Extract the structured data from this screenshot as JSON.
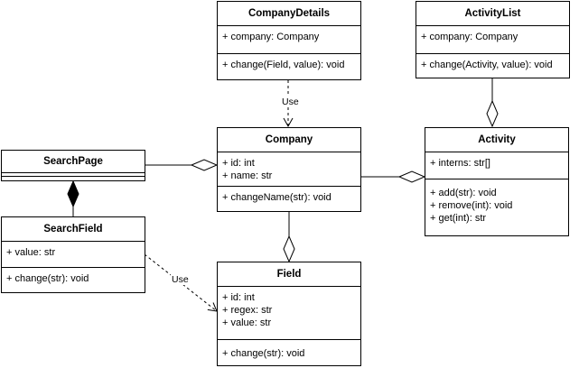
{
  "classes": {
    "company_details": {
      "name": "CompanyDetails",
      "attributes": [
        "+ company: Company"
      ],
      "methods": [
        "+ change(Field, value): void"
      ]
    },
    "activity_list": {
      "name": "ActivityList",
      "attributes": [
        "+ company: Company"
      ],
      "methods": [
        "+ change(Activity, value): void"
      ]
    },
    "company": {
      "name": "Company",
      "attributes": [
        "+ id: int",
        "+ name: str"
      ],
      "methods": [
        "+ changeName(str): void"
      ]
    },
    "activity": {
      "name": "Activity",
      "attributes": [
        "+ interns: str[]"
      ],
      "methods": [
        "+ add(str): void",
        "+ remove(int): void",
        "+ get(int): str"
      ]
    },
    "search_page": {
      "name": "SearchPage"
    },
    "search_field": {
      "name": "SearchField",
      "attributes": [
        "+ value: str"
      ],
      "methods": [
        "+ change(str): void"
      ]
    },
    "field": {
      "name": "Field",
      "attributes": [
        "+ id: int",
        "+ regex: str",
        "+ value: str"
      ],
      "methods": [
        "+ change(str): void"
      ]
    }
  },
  "edges": {
    "details_company_label": "Use",
    "searchfield_field_label": "Use"
  }
}
